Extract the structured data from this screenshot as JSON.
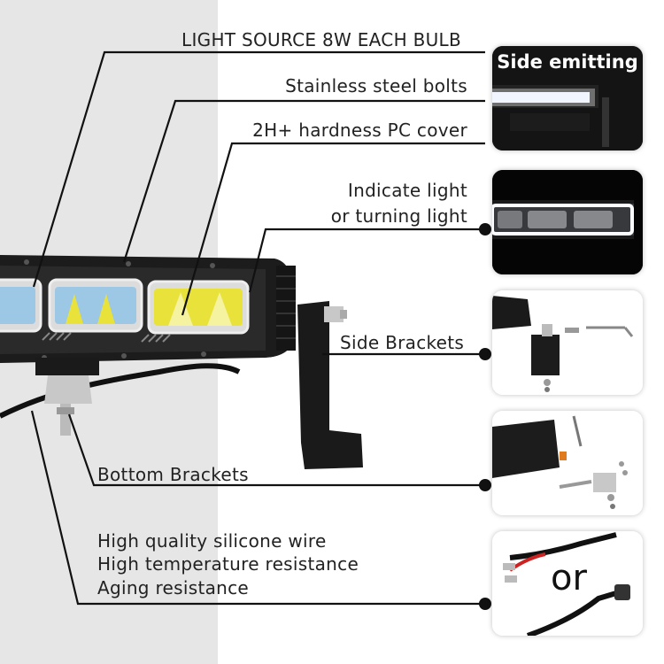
{
  "labels": {
    "light_source": "LIGHT SOURCE 8W EACH BULB",
    "bolts": "Stainless steel bolts",
    "cover": "2H+ hardness PC cover",
    "indicate_1": "Indicate light",
    "indicate_2": "or turning light",
    "side_brackets": "Side Brackets",
    "bottom_brackets": "Bottom Brackets",
    "wire_1": "High quality silicone wire",
    "wire_2": "High temperature resistance",
    "wire_3": "Aging resistance"
  },
  "thumbs": {
    "side_emitting_title": "Side emitting",
    "wire_option_text": "or"
  },
  "colors": {
    "panel_bg": "#e6e6e6",
    "led_yellow": "#e8e23a",
    "led_blue": "#9cc8e6",
    "housing": "#1c1c1c",
    "accent_orange": "#e07a1e",
    "wire_red": "#cc2222"
  }
}
